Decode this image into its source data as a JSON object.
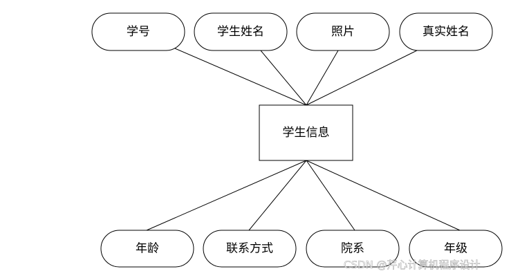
{
  "entity": {
    "label": "学生信息"
  },
  "top_attributes": [
    {
      "label": "学号"
    },
    {
      "label": "学生姓名"
    },
    {
      "label": "照片"
    },
    {
      "label": "真实姓名"
    }
  ],
  "bottom_attributes": [
    {
      "label": "年龄"
    },
    {
      "label": "联系方式"
    },
    {
      "label": "院系"
    },
    {
      "label": "年级"
    }
  ],
  "watermark": "CSDN @芹心计算机程序设计"
}
